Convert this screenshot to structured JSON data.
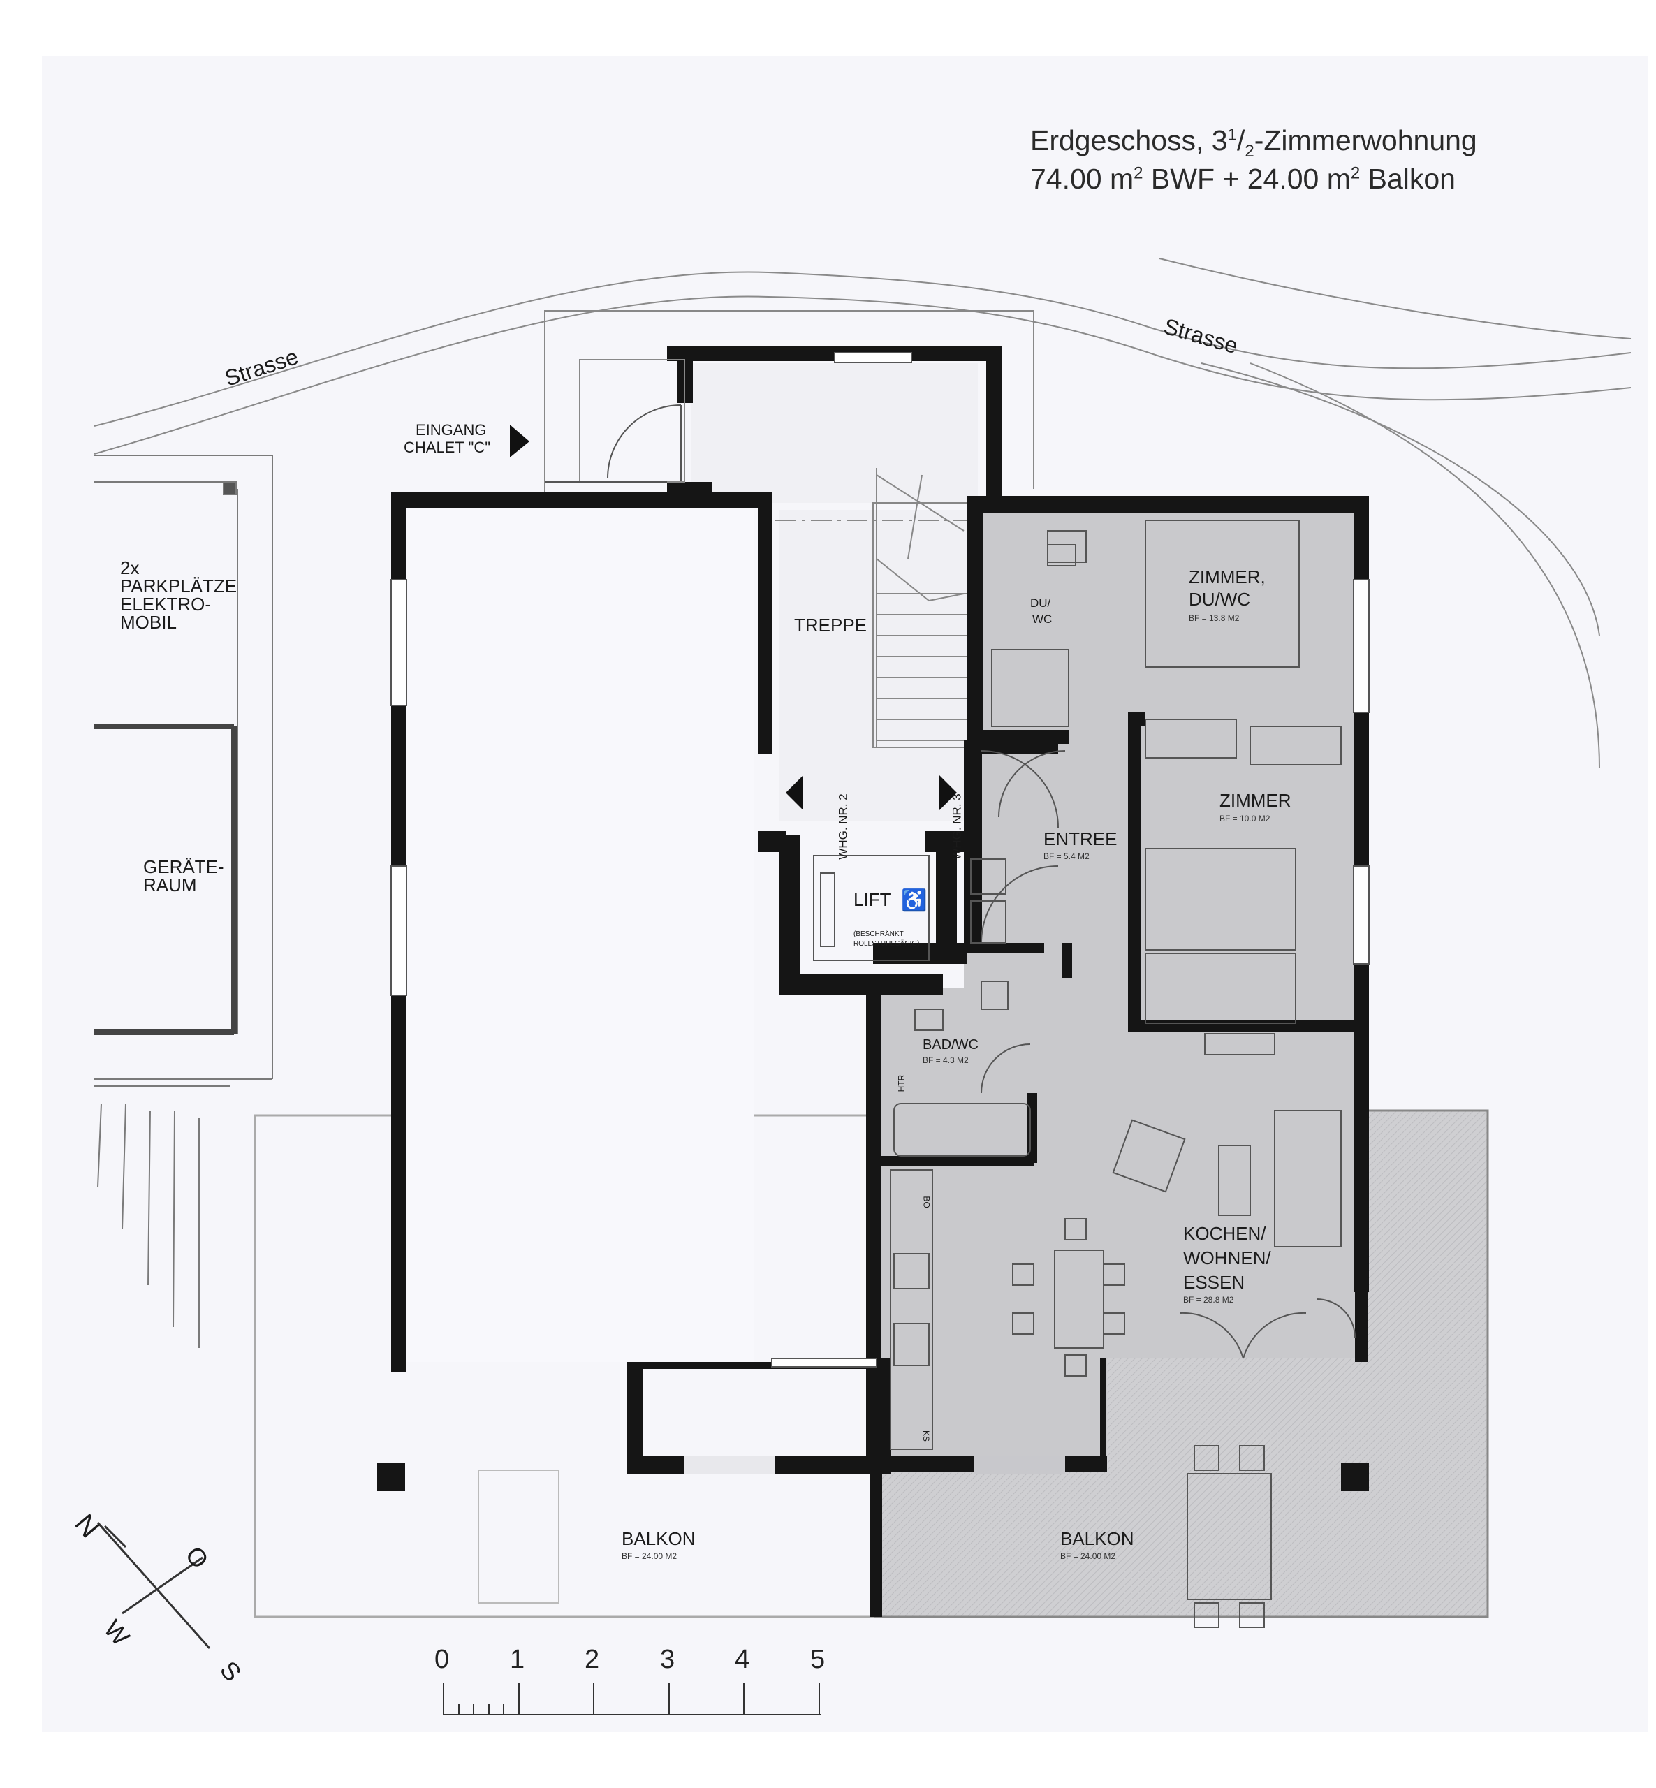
{
  "header": {
    "line1_prefix": "Erdgeschoss, 3",
    "line1_sup": "1",
    "line1_mid": "/",
    "line1_sub": "2",
    "line1_suffix": "-Zimmerwohnung",
    "line2_a": "74.00 m",
    "line2_sup1": "2",
    "line2_b": " BWF + 24.00 m",
    "line2_sup2": "2",
    "line2_c": " Balkon"
  },
  "street": {
    "left": "Strasse",
    "right": "Strasse"
  },
  "entrance": {
    "line1": "EINGANG",
    "line2": "CHALET  \"C\""
  },
  "parking": {
    "l1": "2x",
    "l2": "PARKPLÄTZE",
    "l3": "ELEKTRO-",
    "l4": "MOBIL"
  },
  "shed": {
    "l1": "GERÄTE-",
    "l2": "RAUM"
  },
  "rooms": {
    "treppe": "TREPPE",
    "whg2": "WHG. NR. 2",
    "whg3": "WHG. NR. 3",
    "lift": "LIFT",
    "lift_note1": "(BESCHRÄNKT",
    "lift_note2": "ROLLSTUHLGÄNIG)",
    "duwc1": "DU/",
    "duwc2": "WC",
    "zimmer1_l1": "ZIMMER,",
    "zimmer1_l2": "DU/WC",
    "zimmer1_area": "BF = 13.8 M2",
    "zimmer2": "ZIMMER",
    "zimmer2_area": "BF = 10.0 M2",
    "entree": "ENTREE",
    "entree_area": "BF = 5.4 M2",
    "bad": "BAD/WC",
    "bad_area": "BF = 4.3 M2",
    "htr": "HTR",
    "bo": "BO",
    "ks": "KS",
    "kochen_l1": "KOCHEN/",
    "kochen_l2": "WOHNEN/",
    "kochen_l3": "ESSEN",
    "kochen_area": "BF = 28.8 M2",
    "balkon_left": "BALKON",
    "balkon_left_area": "BF = 24.00 M2",
    "balkon_right": "BALKON",
    "balkon_right_area": "BF = 24.00 M2"
  },
  "compass": {
    "n": "N",
    "o": "O",
    "s": "S",
    "w": "W"
  },
  "scale_bar": {
    "ticks": [
      "0",
      "1",
      "2",
      "3",
      "4",
      "5"
    ]
  },
  "colors": {
    "wall": "#151515",
    "apartment_fill": "#c9c9cc",
    "balcony_fill": "#cfcfd2",
    "sheet": "#f6f6fa"
  }
}
